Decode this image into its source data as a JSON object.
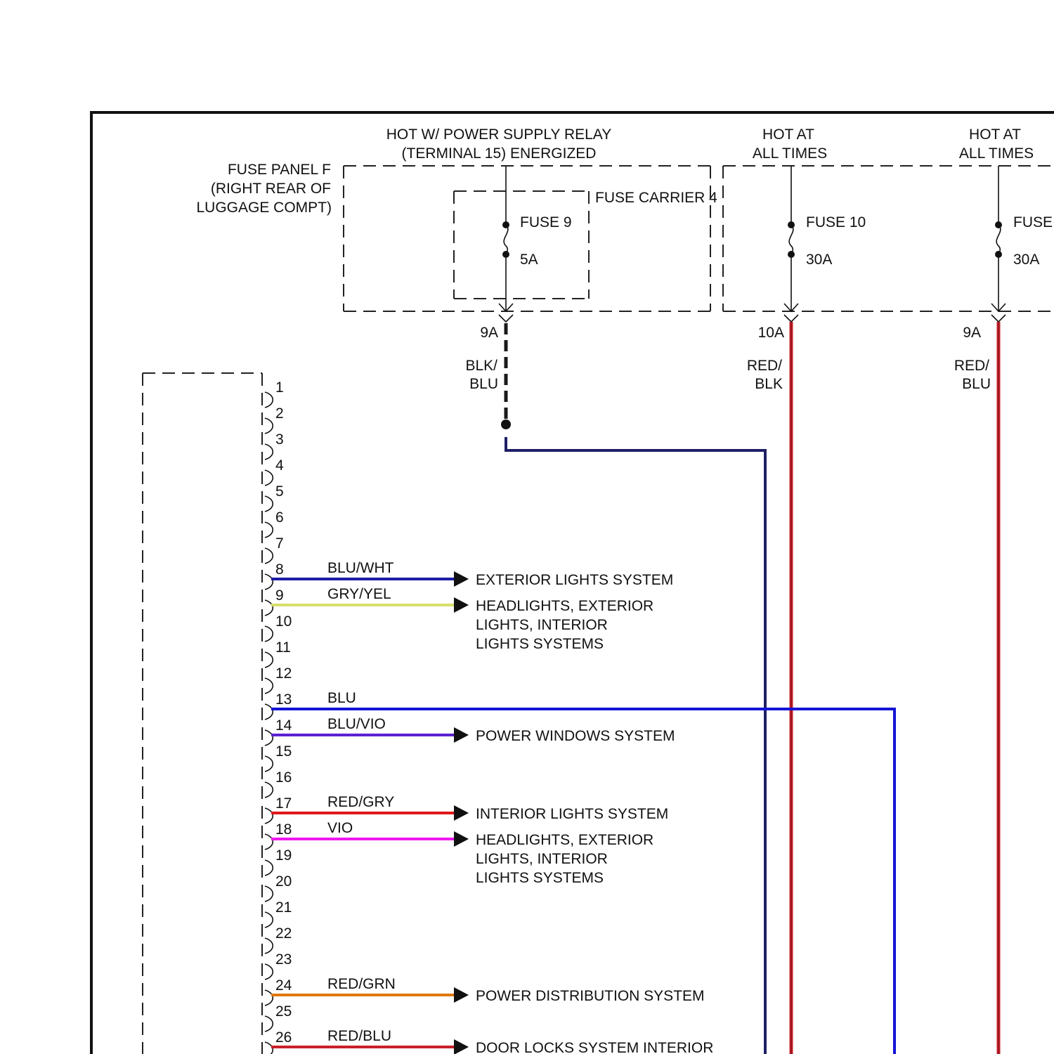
{
  "power_sources": [
    {
      "line1": "HOT W/ POWER SUPPLY RELAY",
      "line2": "(TERMINAL 15) ENERGIZED"
    },
    {
      "line1": "HOT AT",
      "line2": "ALL TIMES"
    },
    {
      "line1": "HOT AT",
      "line2": "ALL TIMES"
    }
  ],
  "fuse_panel": {
    "line1": "FUSE PANEL F",
    "line2": "(RIGHT REAR OF",
    "line3": "LUGGAGE COMPT)"
  },
  "fuse_carrier": "FUSE CARRIER 4",
  "fuses": [
    {
      "name": "FUSE 9",
      "rating": "5A",
      "terminal": "9A",
      "wire1": "BLK/",
      "wire2": "BLU",
      "color": "#1f1f66"
    },
    {
      "name": "FUSE 10",
      "rating": "30A",
      "terminal": "10A",
      "wire1": "RED/",
      "wire2": "BLK",
      "color": "#c8202a"
    },
    {
      "name": "FUSE",
      "rating": "30A",
      "terminal": "9A",
      "wire1": "RED/",
      "wire2": "BLU",
      "color": "#c8202a"
    }
  ],
  "pins": [
    "1",
    "2",
    "3",
    "4",
    "5",
    "6",
    "7",
    "8",
    "9",
    "10",
    "11",
    "12",
    "13",
    "14",
    "15",
    "16",
    "17",
    "18",
    "19",
    "20",
    "21",
    "22",
    "23",
    "24",
    "25",
    "26"
  ],
  "circuits": [
    {
      "pin": "8",
      "wire": "BLU/WHT",
      "color": "#1c1ca8",
      "dest": [
        "EXTERIOR LIGHTS SYSTEM"
      ]
    },
    {
      "pin": "9",
      "wire": "GRY/YEL",
      "color": "#d6e06a",
      "dest": [
        "HEADLIGHTS, EXTERIOR",
        "LIGHTS, INTERIOR",
        "LIGHTS SYSTEMS"
      ]
    },
    {
      "pin": "13",
      "wire": "BLU",
      "color": "#1414d6",
      "dest": []
    },
    {
      "pin": "14",
      "wire": "BLU/VIO",
      "color": "#5a22d0",
      "dest": [
        "POWER WINDOWS SYSTEM"
      ]
    },
    {
      "pin": "17",
      "wire": "RED/GRY",
      "color": "#e01818",
      "dest": [
        "INTERIOR LIGHTS SYSTEM"
      ]
    },
    {
      "pin": "18",
      "wire": "VIO",
      "color": "#f018f0",
      "dest": [
        "HEADLIGHTS, EXTERIOR",
        "LIGHTS, INTERIOR",
        "LIGHTS SYSTEMS"
      ]
    },
    {
      "pin": "24",
      "wire": "RED/GRN",
      "color": "#e07a10",
      "dest": [
        "POWER DISTRIBUTION SYSTEM"
      ]
    },
    {
      "pin": "26",
      "wire": "RED/BLU",
      "color": "#c8202a",
      "dest": [
        "DOOR LOCKS SYSTEM INTERIOR"
      ]
    }
  ]
}
